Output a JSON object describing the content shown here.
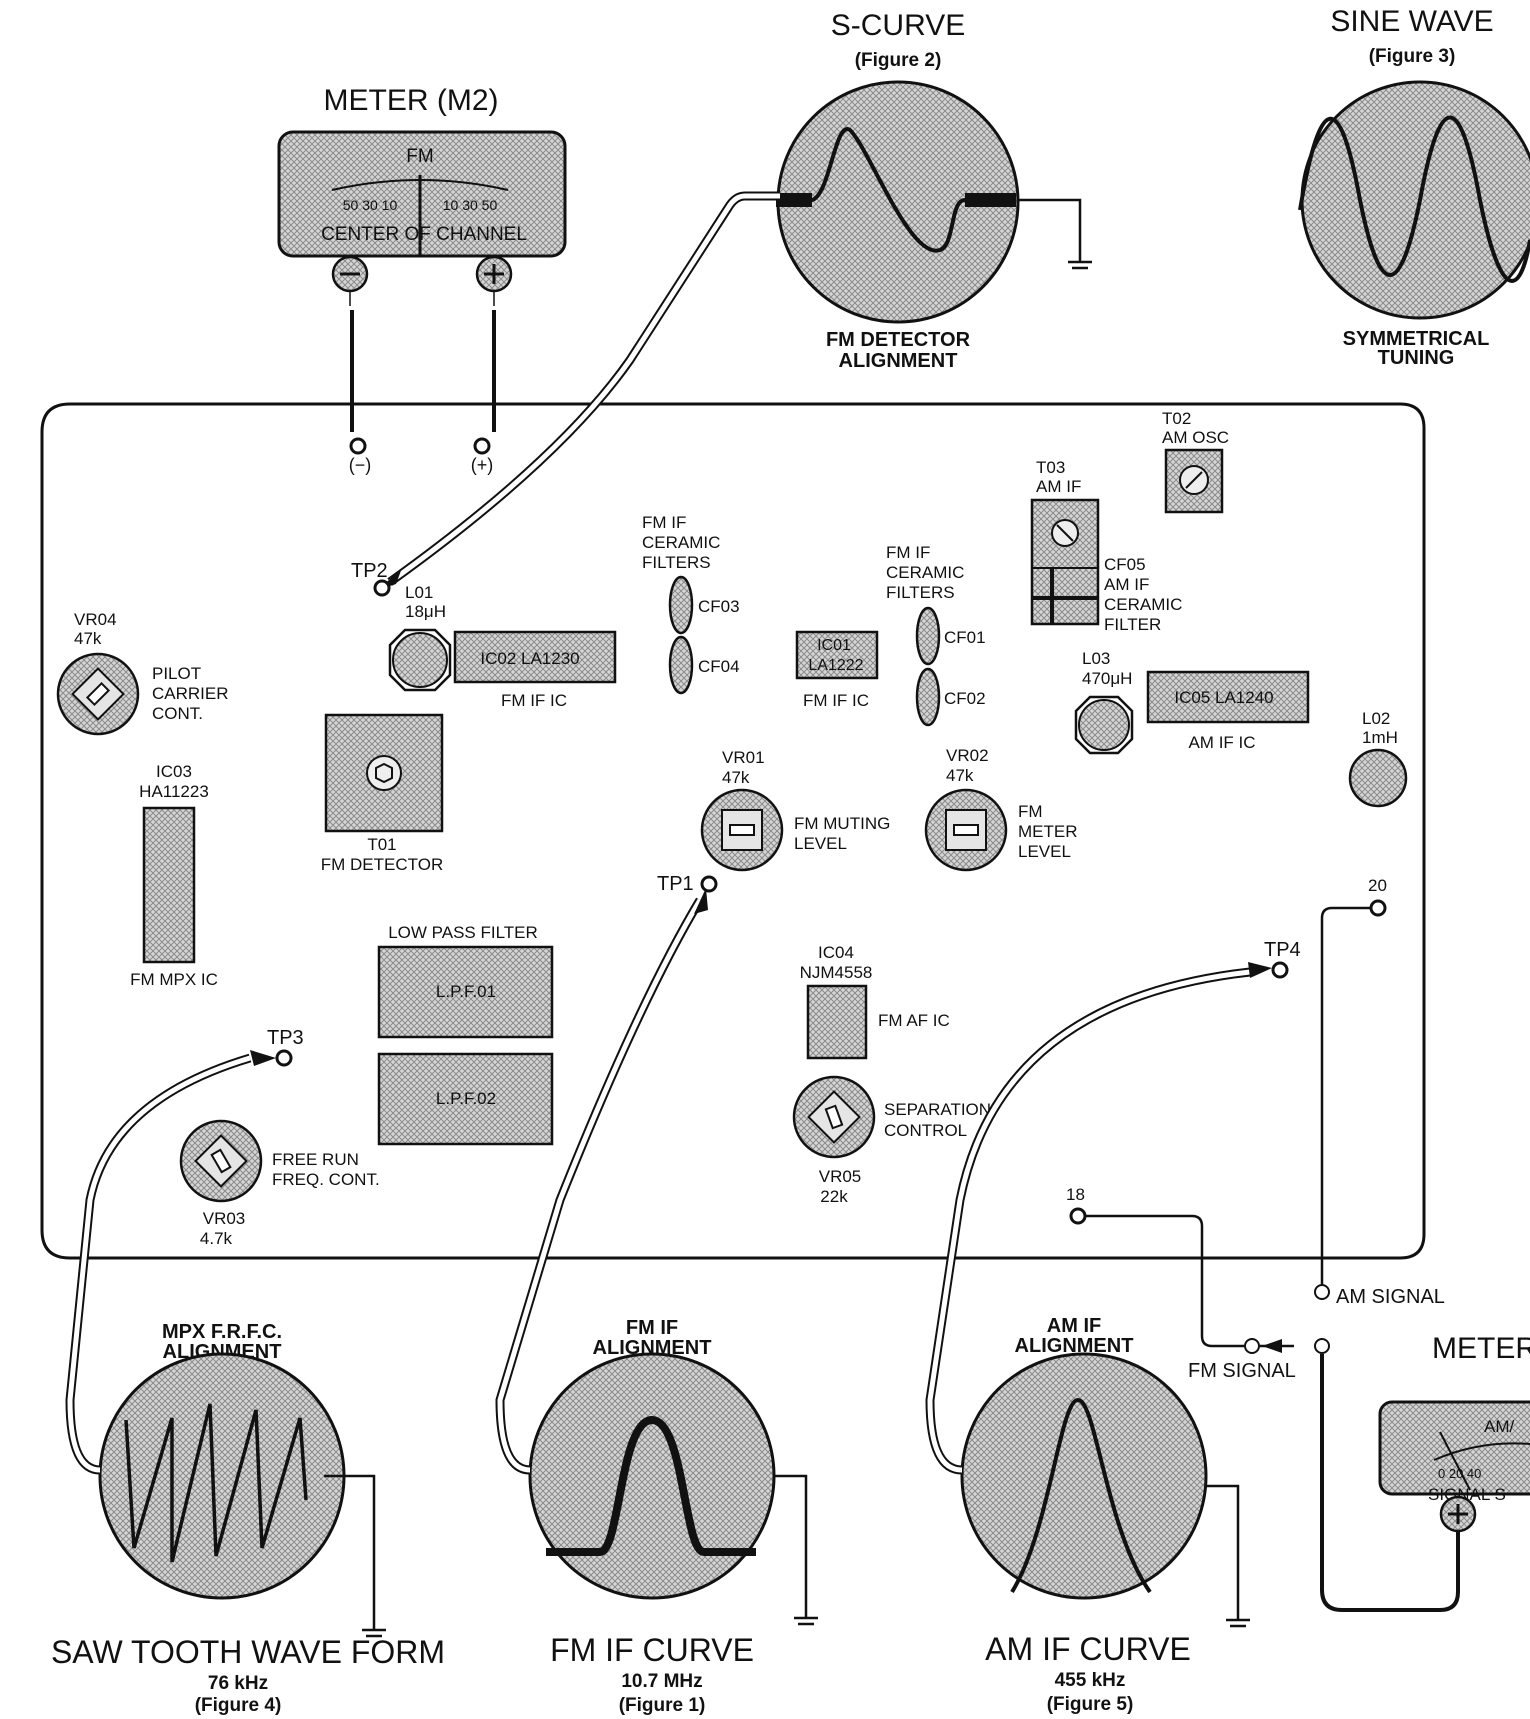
{
  "scope_scurve": {
    "title": "S-CURVE",
    "figure": "(Figure 2)",
    "caption1": "FM DETECTOR",
    "caption2": "ALIGNMENT"
  },
  "scope_sine": {
    "title": "SINE WAVE",
    "figure": "(Figure 3)",
    "caption1": "SYMMETRICAL",
    "caption2": "TUNING"
  },
  "meter_m2": {
    "title": "METER (M2)",
    "band": "FM",
    "scale_left": "50 30 10",
    "scale_right": "10 30 50",
    "caption": "CENTER OF CHANNEL",
    "minus": "(−)",
    "plus": "(+)"
  },
  "meter_am": {
    "title": "METER",
    "band": "AM/",
    "scale": "0 20 40",
    "caption": "SIGNAL S"
  },
  "board": {
    "tp1": "TP1",
    "tp2": "TP2",
    "tp3": "TP3",
    "tp4": "TP4",
    "vr04": {
      "name": "VR04",
      "value": "47k",
      "l1": "PILOT",
      "l2": "CARRIER",
      "l3": "CONT."
    },
    "l01": {
      "name": "L01",
      "value": "18μH"
    },
    "ic02": {
      "name": "IC02 LA1230",
      "label": "FM IF IC"
    },
    "cf_left": {
      "l1": "FM IF",
      "l2": "CERAMIC",
      "l3": "FILTERS",
      "a": "CF03",
      "b": "CF04"
    },
    "ic01": {
      "l1": "IC01",
      "l2": "LA1222",
      "label": "FM IF IC"
    },
    "cf_right": {
      "l1": "FM IF",
      "l2": "CERAMIC",
      "l3": "FILTERS",
      "a": "CF01",
      "b": "CF02"
    },
    "t03": {
      "name": "T03",
      "label": "AM IF"
    },
    "t02": {
      "name": "T02",
      "label": "AM OSC"
    },
    "cf05": {
      "l1": "CF05",
      "l2": "AM IF",
      "l3": "CERAMIC",
      "l4": "FILTER"
    },
    "l03": {
      "name": "L03",
      "value": "470μH"
    },
    "ic05": {
      "name": "IC05 LA1240",
      "label": "AM IF IC"
    },
    "l02": {
      "name": "L02",
      "value": "1mH"
    },
    "ic03": {
      "name": "IC03",
      "part": "HA11223",
      "label": "FM MPX IC"
    },
    "t01": {
      "name": "T01",
      "label": "FM DETECTOR"
    },
    "vr01": {
      "name": "VR01",
      "value": "47k",
      "l1": "FM MUTING",
      "l2": "LEVEL"
    },
    "vr02": {
      "name": "VR02",
      "value": "47k",
      "l1": "FM",
      "l2": "METER",
      "l3": "LEVEL"
    },
    "lpf": {
      "title": "LOW PASS FILTER",
      "a": "L.P.F.01",
      "b": "L.P.F.02"
    },
    "ic04": {
      "name": "IC04",
      "part": "NJM4558",
      "label": "FM AF IC"
    },
    "vr05": {
      "name": "VR05",
      "value": "22k",
      "l1": "SEPARATION",
      "l2": "CONTROL"
    },
    "vr03": {
      "name": "VR03",
      "value": "4.7k",
      "l1": "FREE RUN",
      "l2": "FREQ. CONT."
    },
    "pin20": "20",
    "pin18": "18",
    "am_signal": "AM SIGNAL",
    "fm_signal": "FM SIGNAL"
  },
  "scope_saw": {
    "cap1": "MPX F.R.F.C.",
    "cap2": "ALIGNMENT",
    "title": "SAW  TOOTH  WAVE  FORM",
    "freq": "76 kHz",
    "figure": "(Figure 4)"
  },
  "scope_fmif": {
    "cap1": "FM IF",
    "cap2": "ALIGNMENT",
    "title": "FM IF  CURVE",
    "freq": "10.7 MHz",
    "figure": "(Figure 1)"
  },
  "scope_amif": {
    "cap1": "AM IF",
    "cap2": "ALIGNMENT",
    "title": "AM IF  CURVE",
    "freq": "455 kHz",
    "figure": "(Figure 5)"
  }
}
